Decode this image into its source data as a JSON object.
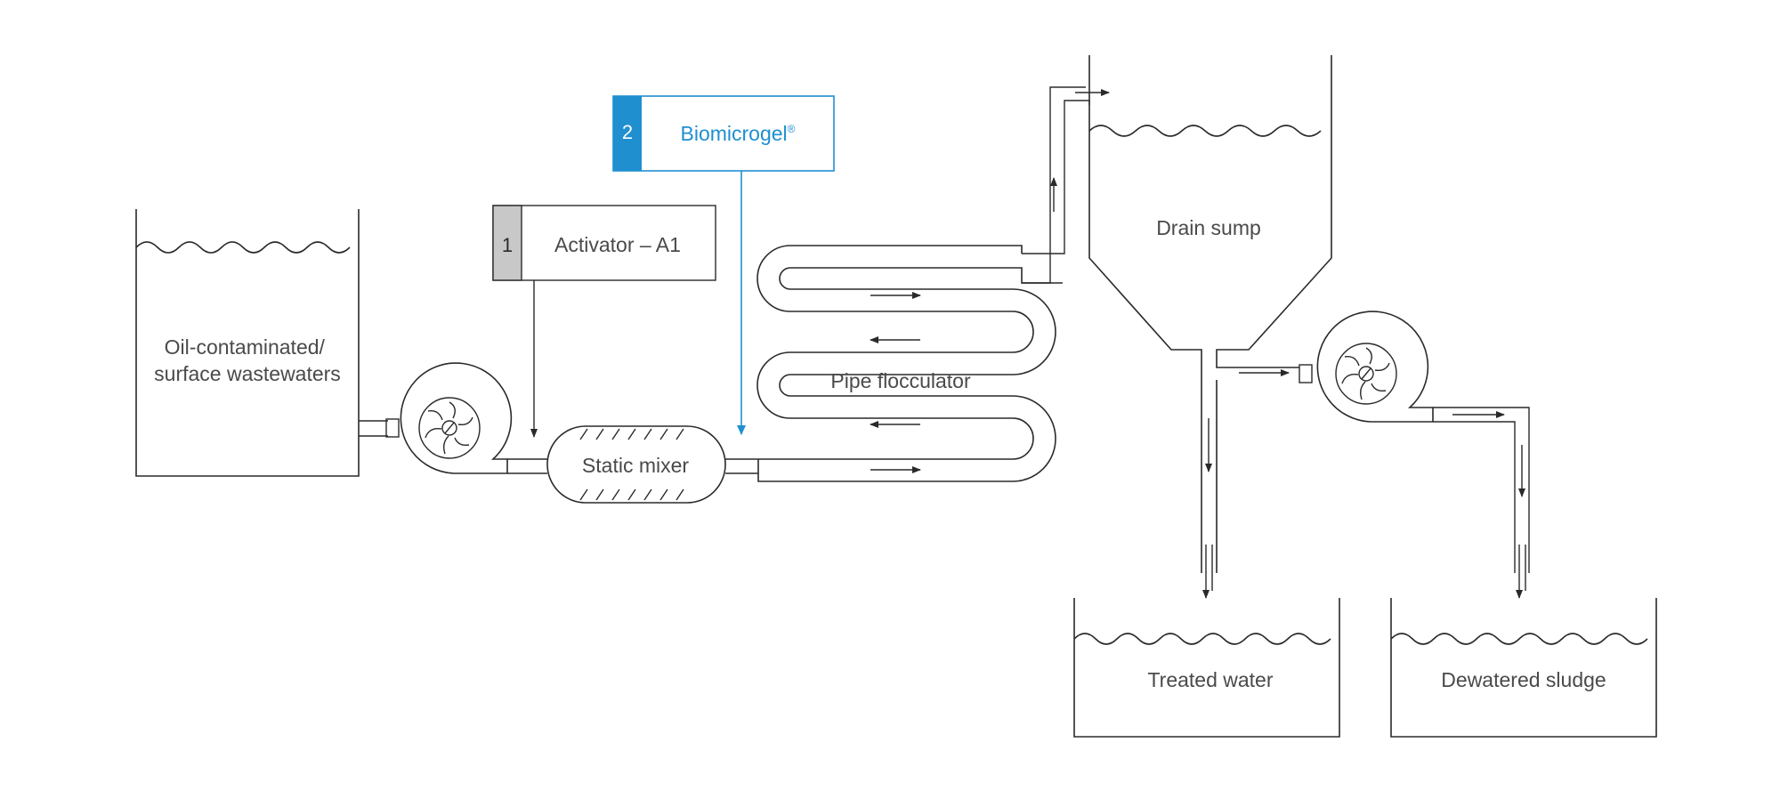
{
  "labels": {
    "source_tank": [
      "Oil-contaminated/",
      "surface wastewaters"
    ],
    "static_mixer": "Static mixer",
    "pipe_flocculator": "Pipe flocculator",
    "drain_sump": "Drain sump",
    "treated_water": "Treated water",
    "dewatered_sludge": "Dewatered sludge"
  },
  "dosing": {
    "activator": {
      "number": "1",
      "label": "Activator – A1"
    },
    "biomicrogel": {
      "number": "2",
      "label": "Biomicrogel",
      "mark": "®"
    }
  },
  "colors": {
    "line": "#2a2a2a",
    "text": "#4a4a4a",
    "accent_blue": "#1f8fd0",
    "badge_grey": "#c8c8c8"
  },
  "icons": [
    "pump-icon",
    "pump-icon",
    "flow-arrow-icon"
  ]
}
